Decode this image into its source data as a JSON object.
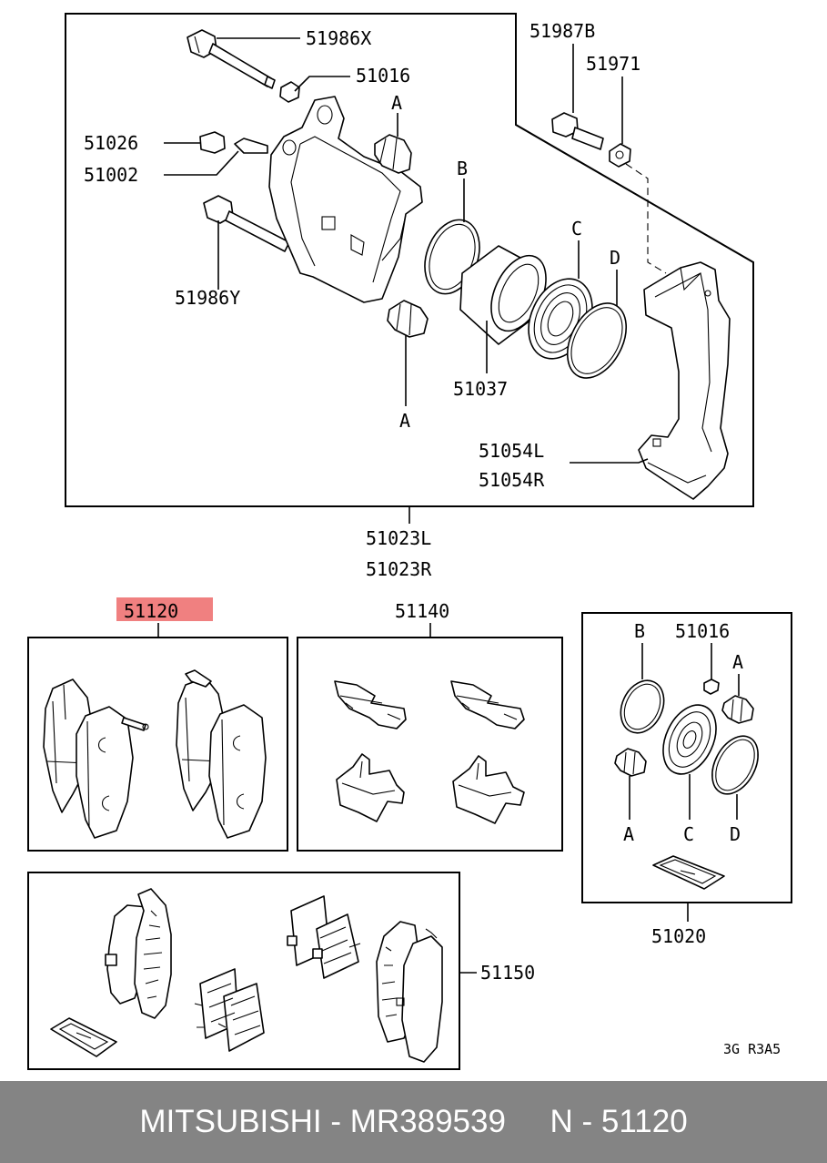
{
  "labels": {
    "p51986X": "51986X",
    "p51016": "51016",
    "p51026": "51026",
    "p51002": "51002",
    "p51986Y": "51986Y",
    "p51987B": "51987B",
    "p51971": "51971",
    "refA": "A",
    "refB": "B",
    "refC": "C",
    "refD": "D",
    "p51037": "51037",
    "p51054L": "51054L",
    "p51054R": "51054R",
    "p51023L": "51023L",
    "p51023R": "51023R",
    "p51120": "51120",
    "p51140": "51140",
    "p51150": "51150",
    "p51020": "51020"
  },
  "kit": {
    "b": "B",
    "part": "51016",
    "a": "A",
    "c": "C",
    "d": "D"
  },
  "drawing_code": "3G R3A5",
  "highlight_color": "#f08080",
  "footer": {
    "text": "MITSUBISHI - MR389539     N - 51120"
  }
}
